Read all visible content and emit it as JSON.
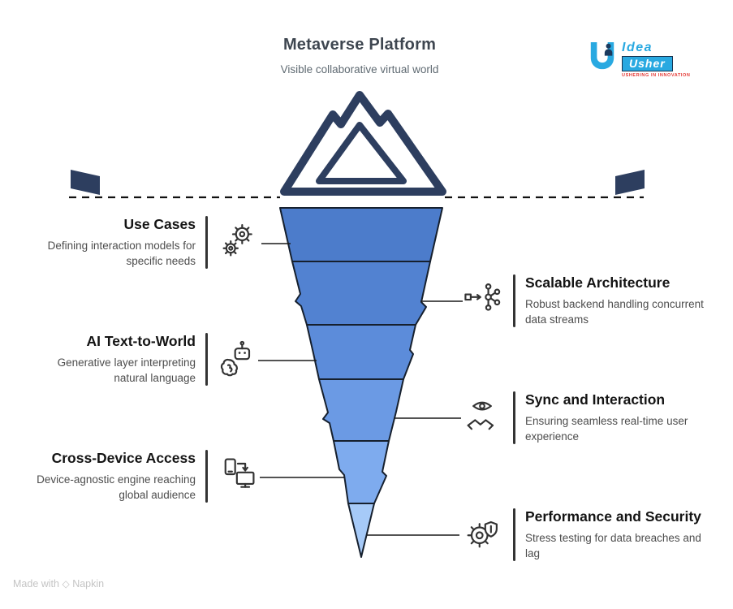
{
  "header": {
    "title": "Metaverse Platform",
    "subtitle": "Visible collaborative virtual world"
  },
  "logo": {
    "idea": "Idea",
    "usher": "Usher",
    "tagline": "USHERING IN INNOVATION",
    "accent_color": "#29A9E1",
    "navy_color": "#1C3A5E",
    "tagline_color": "#E53935"
  },
  "iceberg": {
    "outline_color": "#2D3E5F",
    "waterline_color": "#111111",
    "segment_colors": [
      "#4C7CCB",
      "#5282D1",
      "#5C8CDA",
      "#6B9AE4",
      "#7EABEE",
      "#A6CAF8"
    ]
  },
  "left_items": [
    {
      "title": "Use Cases",
      "desc": "Defining interaction models for specific needs",
      "icon": "gears-icon"
    },
    {
      "title": "AI Text-to-World",
      "desc": "Generative layer interpreting natural language",
      "icon": "ai-robot-brain-icon"
    },
    {
      "title": "Cross-Device Access",
      "desc": "Device-agnostic engine reaching global audience",
      "icon": "devices-icon"
    }
  ],
  "right_items": [
    {
      "title": "Scalable Architecture",
      "desc": "Robust backend handling concurrent data streams",
      "icon": "network-nodes-icon"
    },
    {
      "title": "Sync and Interaction",
      "desc": "Ensuring seamless real-time user experience",
      "icon": "eye-handshake-icon"
    },
    {
      "title": "Performance and Security",
      "desc": "Stress testing for data breaches and lag",
      "icon": "gear-shield-icon"
    }
  ],
  "footer": {
    "made_with": "Made with",
    "brand": "Napkin"
  }
}
